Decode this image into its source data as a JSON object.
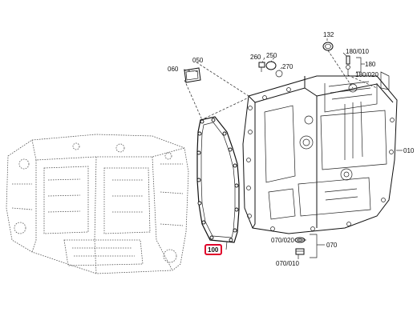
{
  "diagram": {
    "callouts": [
      {
        "id": "c050",
        "text": "050"
      },
      {
        "id": "c060",
        "text": "060"
      },
      {
        "id": "c260",
        "text": "260"
      },
      {
        "id": "c250",
        "text": "250"
      },
      {
        "id": "c270",
        "text": "270"
      },
      {
        "id": "c132",
        "text": "132"
      },
      {
        "id": "c180_010",
        "text": "180/010"
      },
      {
        "id": "c180",
        "text": "180"
      },
      {
        "id": "c180_020",
        "text": "180/020"
      },
      {
        "id": "c010",
        "text": "010"
      },
      {
        "id": "c070_020",
        "text": "070/020"
      },
      {
        "id": "c070",
        "text": "070"
      },
      {
        "id": "c070_010",
        "text": "070/010"
      },
      {
        "id": "c100",
        "text": "100"
      }
    ],
    "highlighted_callout": "100",
    "highlight_color": "#e0002a"
  }
}
